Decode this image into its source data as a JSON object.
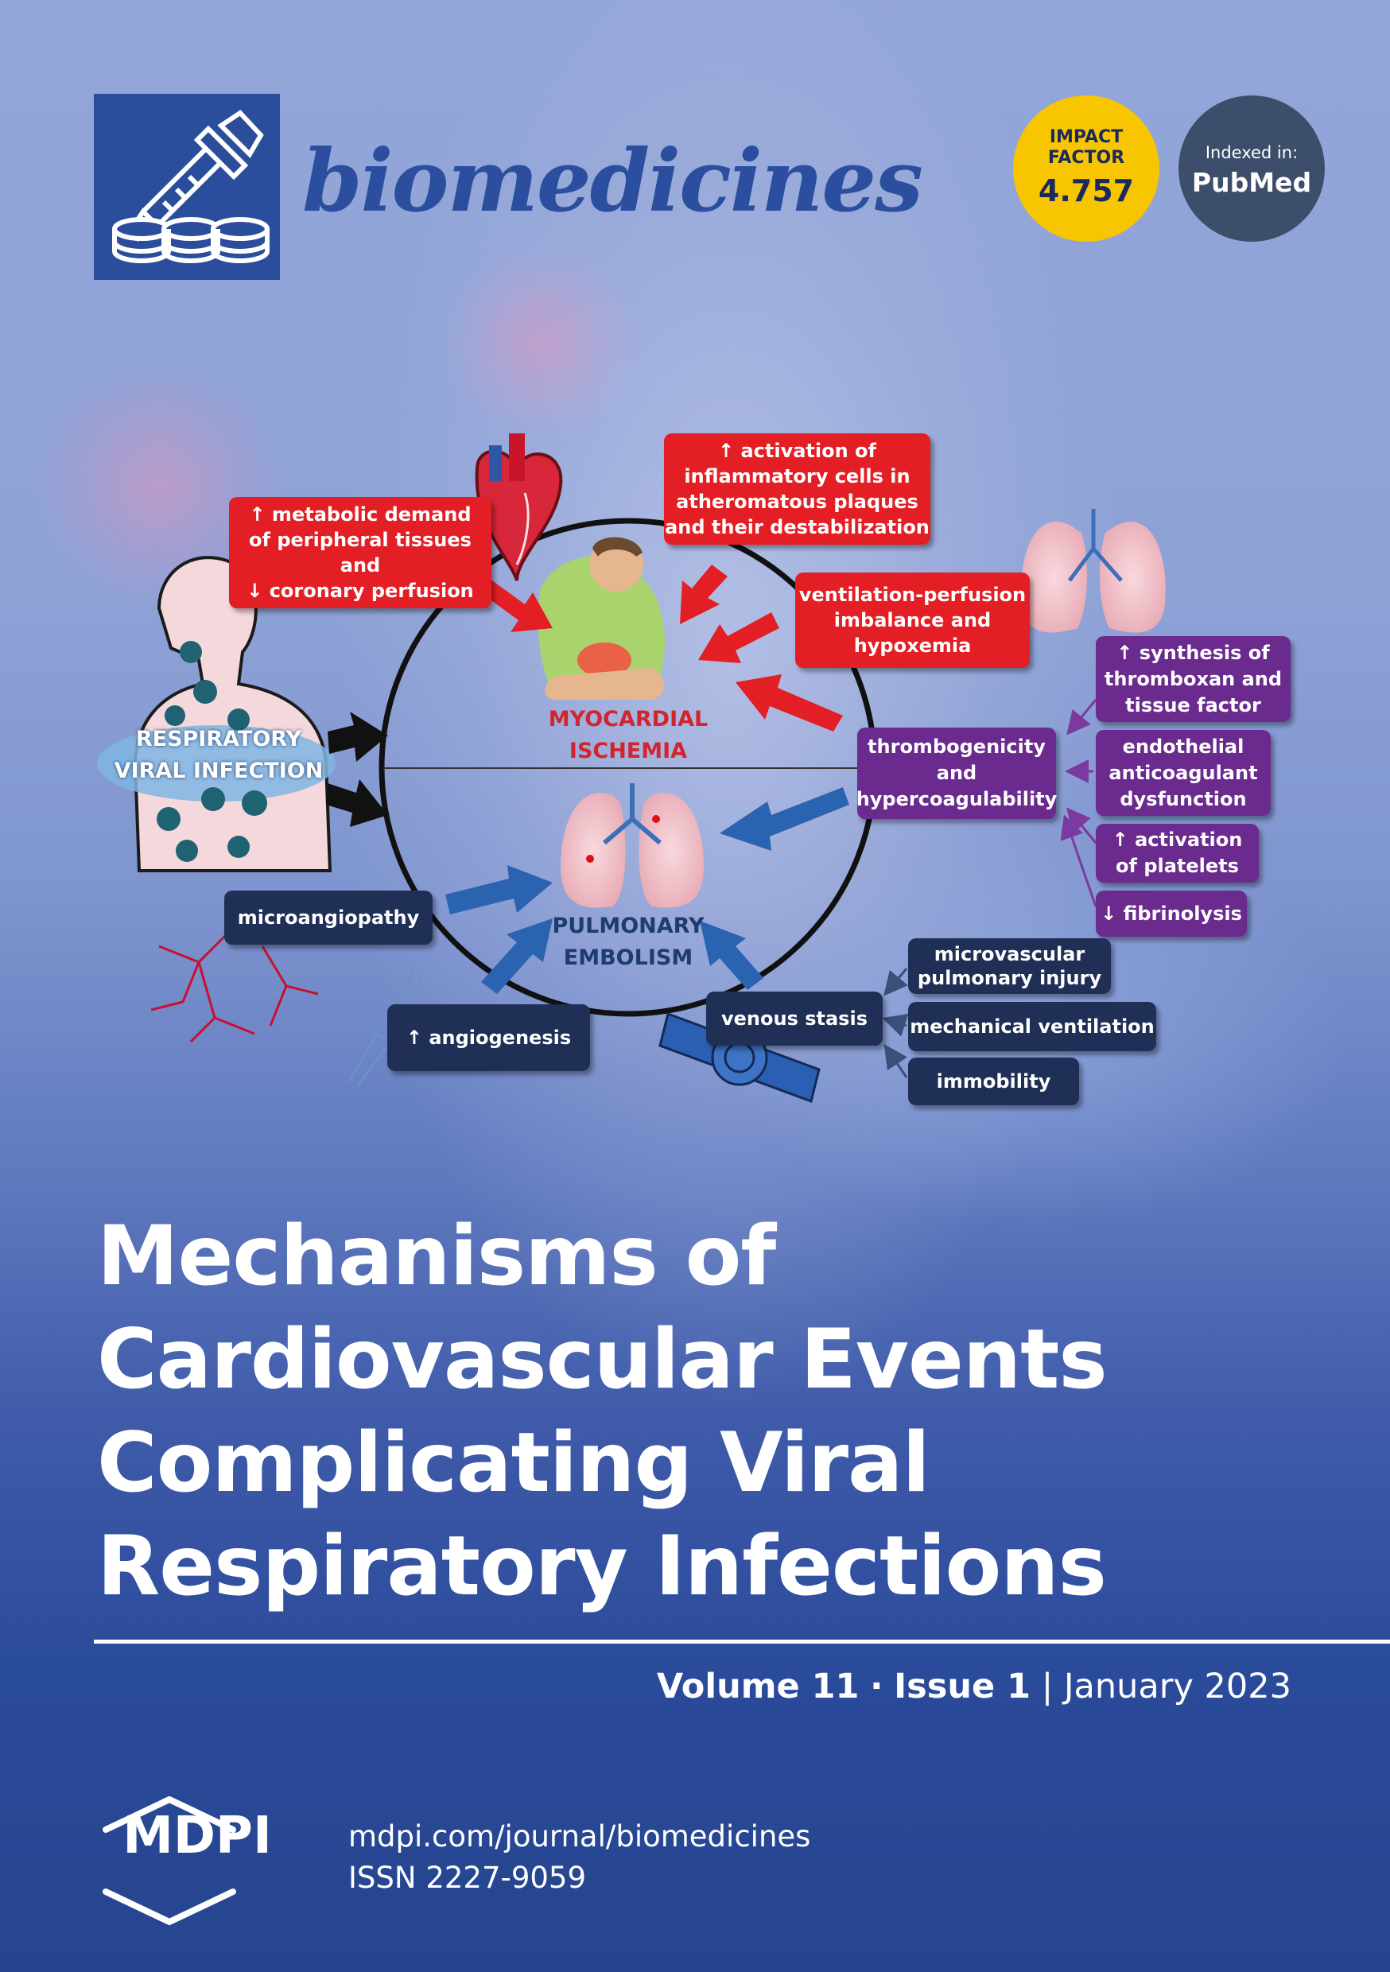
{
  "journal": {
    "name": "biomedicines",
    "impact_factor_label": "IMPACT\nFACTOR",
    "impact_factor_value": "4.757",
    "indexed_label": "Indexed in:",
    "indexed_name": "PubMed"
  },
  "diagram": {
    "respiratory": "RESPIRATORY\nVIRAL INFECTION",
    "myocardial": "MYOCARDIAL\nISCHEMIA",
    "pulmonary": "PULMONARY\nEMBOLISM",
    "red_boxes": [
      "↑ metabolic demand\nof peripheral tissues\nand\n↓ coronary perfusion",
      "↑ activation of\ninflammatory cells in\natheromatous plaques\nand their destabilization",
      "ventilation-perfusion\nimbalance and\nhypoxemia"
    ],
    "thrombo": "thrombogenicity\nand\nhypercoagulability",
    "purple_boxes": [
      "↑ synthesis of\nthromboxan and\ntissue factor",
      "endothelial\nanticoagulant\ndysfunction",
      "↑ activation\nof platelets",
      "↓ fibrinolysis"
    ],
    "microangiopathy": "microangiopathy",
    "angiogenesis": "↑ angiogenesis",
    "venous_stasis": "venous stasis",
    "venous_causes": [
      "microvascular\npulmonary injury",
      "mechanical ventilation",
      "immobility"
    ]
  },
  "title_lines": [
    "Mechanisms of",
    "Cardiovascular Events",
    "Complicating Viral",
    "Respiratory Infections"
  ],
  "issue": {
    "volume": "Volume 11",
    "separator": "·",
    "issue": "Issue 1",
    "bar": "|",
    "date": "January 2023"
  },
  "publisher": {
    "name": "MDPI",
    "url": "mdpi.com/journal/biomedicines",
    "issn": "ISSN 2227-9059"
  },
  "colors": {
    "journal_blue": "#2b4f9e",
    "impact_yellow": "#f7c600",
    "pubmed_slate": "#3d4e6b",
    "red_box": "#e31e24",
    "purple_box": "#6a2a8e",
    "navy_box": "#1f2f55"
  }
}
